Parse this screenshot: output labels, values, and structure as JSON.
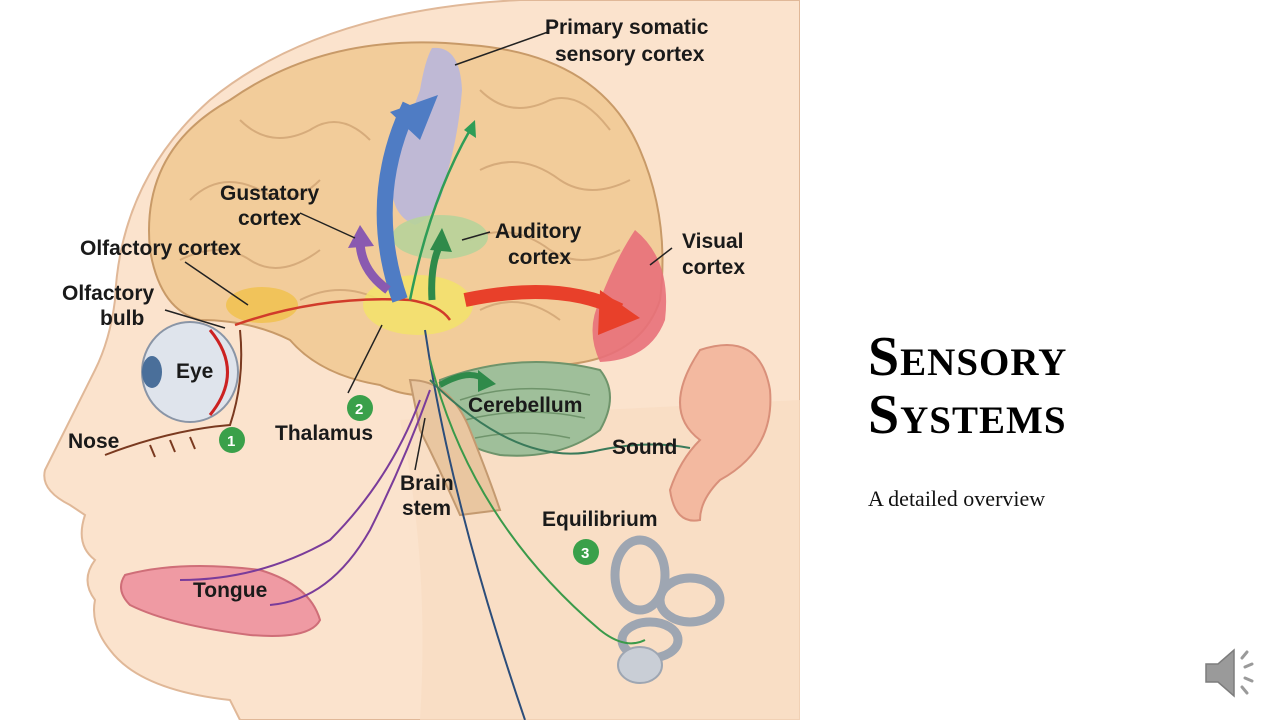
{
  "slide": {
    "title_line1": "Sensory",
    "title_line2": "Systems",
    "subtitle": "A detailed overview"
  },
  "diagram": {
    "labels": {
      "primary_somatic_1": "Primary somatic",
      "primary_somatic_2": "sensory cortex",
      "gustatory_1": "Gustatory",
      "gustatory_2": "cortex",
      "olfactory_cortex": "Olfactory cortex",
      "olfactory_bulb_1": "Olfactory",
      "olfactory_bulb_2": "bulb",
      "auditory_1": "Auditory",
      "auditory_2": "cortex",
      "visual_1": "Visual",
      "visual_2": "cortex",
      "eye": "Eye",
      "nose": "Nose",
      "thalamus": "Thalamus",
      "cerebellum": "Cerebellum",
      "sound": "Sound",
      "brain_stem_1": "Brain",
      "brain_stem_2": "stem",
      "equilibrium": "Equilibrium",
      "tongue": "Tongue"
    },
    "badges": {
      "one": "1",
      "two": "2",
      "three": "3"
    }
  },
  "icons": {
    "audio": "speaker-icon"
  },
  "colors": {
    "skin": "#f9ddc4",
    "brain": "#f2cc9a",
    "somatic": "#b9b7dc",
    "visual": "#e8707a",
    "auditory": "#b7d39a",
    "thalamus": "#f3e26a",
    "badge": "#3aa04a"
  }
}
